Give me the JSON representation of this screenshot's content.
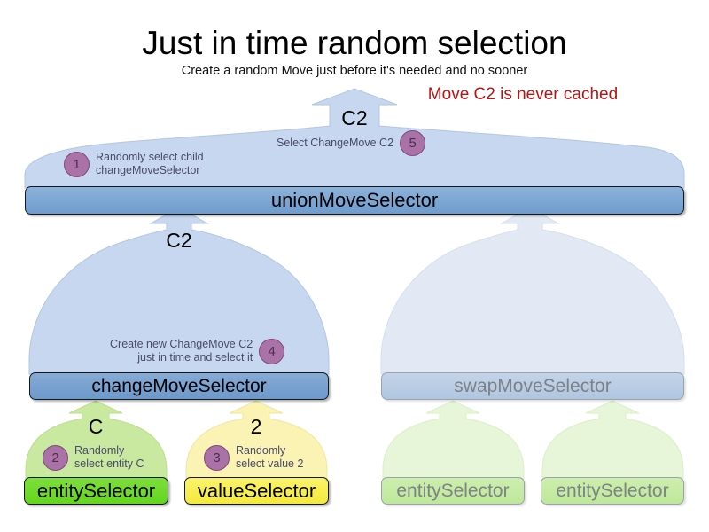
{
  "header": {
    "title": "Just in time random selection",
    "subtitle": "Create a random Move just before it's needed and no sooner",
    "warning": "Move C2 is never cached",
    "warning_color": "#b81414"
  },
  "colors": {
    "hull_blue": "#c6d7ef",
    "hull_blue_faded": "#e2e9f4",
    "hull_green": "#c9e8a0",
    "hull_green_faded": "#e7f5d8",
    "hull_yellow": "#faf3b4",
    "node_blue": "#7ba6d4",
    "node_blue_faded": "#b9cde5",
    "node_green": "#6ed62a",
    "node_green_faded": "#c6ecA4",
    "node_yellow": "#f5eb4d",
    "badge_purple": "#ab72a8",
    "annotation_text": "#4a4a6a"
  },
  "nodes": {
    "union": "unionMoveSelector",
    "change": "changeMoveSelector",
    "swap": "swapMoveSelector",
    "entity_active": "entitySelector",
    "value_active": "valueSelector",
    "entity_faded_1": "entitySelector",
    "entity_faded_2": "entitySelector"
  },
  "flows": {
    "union_out": "C2",
    "change_out": "C2",
    "entity_out": "C",
    "value_out": "2"
  },
  "annotations": [
    {
      "number": "1",
      "text": "Randomly select child\nchangeMoveSelector",
      "align": "left"
    },
    {
      "number": "5",
      "text": "Select ChangeMove C2",
      "align": "right"
    },
    {
      "number": "4",
      "text": "Create new ChangeMove C2\njust in time and select it",
      "align": "right"
    },
    {
      "number": "2",
      "text": "Randomly\nselect entity C",
      "align": "left"
    },
    {
      "number": "3",
      "text": "Randomly\nselect value 2",
      "align": "left"
    }
  ]
}
